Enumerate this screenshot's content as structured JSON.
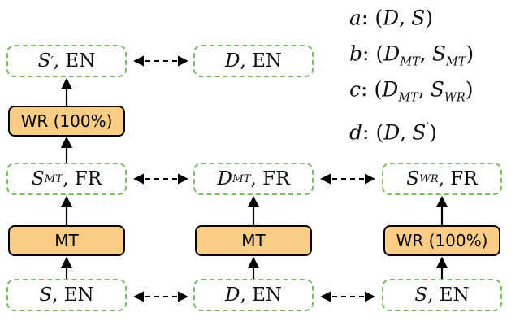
{
  "colors": {
    "process_fill": "#FACD84",
    "process_border": "#000000",
    "data_border": "#79BD62",
    "arrow": "#000000"
  },
  "nodes": {
    "s_prime_en": {
      "symbol": "S",
      "sup": "′",
      "suffix": ", EN"
    },
    "d_en_top": {
      "symbol": "D",
      "suffix": ", EN"
    },
    "wr_left": {
      "label": "WR (100%)"
    },
    "s_mt_fr": {
      "symbol": "S",
      "sub": "MT",
      "suffix": ", FR"
    },
    "d_mt_fr": {
      "symbol": "D",
      "sub": "MT",
      "suffix": ", FR"
    },
    "s_wr_fr": {
      "symbol": "S",
      "sub": "WR",
      "suffix": ", FR"
    },
    "mt_left": {
      "label": "MT"
    },
    "mt_mid": {
      "label": "MT"
    },
    "wr_right": {
      "label": "WR (100%)"
    },
    "s_en_left": {
      "symbol": "S",
      "suffix": ", EN"
    },
    "d_en_bottom": {
      "symbol": "D",
      "suffix": ", EN"
    },
    "s_en_right": {
      "symbol": "S",
      "suffix": ", EN"
    }
  },
  "legend": {
    "punct": {
      "open": "(",
      "comma": ",",
      "close": ")"
    },
    "items": [
      {
        "key": "a",
        "colon": ":",
        "first": "D",
        "first_sub": "",
        "second": "S",
        "second_sub": "",
        "second_sup": ""
      },
      {
        "key": "b",
        "colon": ":",
        "first": "D",
        "first_sub": "MT",
        "second": "S",
        "second_sub": "MT",
        "second_sup": ""
      },
      {
        "key": "c",
        "colon": ":",
        "first": "D",
        "first_sub": "MT",
        "second": "S",
        "second_sub": "WR",
        "second_sup": ""
      },
      {
        "key": "d",
        "colon": ":",
        "first": "D",
        "first_sub": "",
        "second": "S",
        "second_sub": "",
        "second_sup": "′"
      }
    ]
  }
}
